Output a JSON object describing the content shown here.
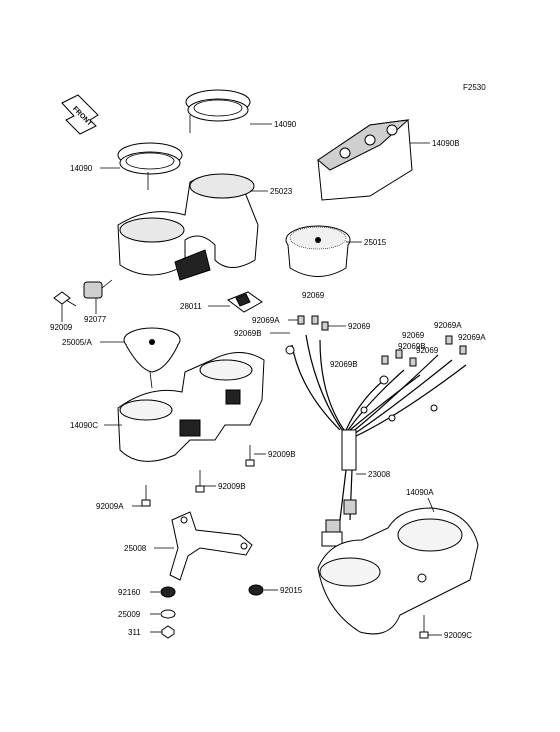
{
  "figure_id": "F2530",
  "front_arrow": "FRONT",
  "labels": {
    "p14090_top": "14090",
    "p14090_left": "14090",
    "p14090B": "14090B",
    "p25023": "25023",
    "p25015": "25015",
    "p92077": "92077",
    "p92009": "92009",
    "p25005A": "25005/A",
    "p28011": "28011",
    "p92069_a": "92069",
    "p92069A_a": "92069A",
    "p92069B_a": "92069B",
    "p92069_b": "92069",
    "p92069A_b": "92069A",
    "p92069_c": "92069",
    "p92069B_b": "92069B",
    "p92069_d": "92069",
    "p92069A_c": "92069A",
    "p92069B_c": "92069B",
    "p14090C": "14090C",
    "p92009B_a": "92009B",
    "p92009B_b": "92009B",
    "p92009A": "92009A",
    "p23008": "23008",
    "p14090A": "14090A",
    "p25008": "25008",
    "p92160": "92160",
    "p92015": "92015",
    "p25009": "25009",
    "p311": "311",
    "p92009C": "92009C"
  }
}
